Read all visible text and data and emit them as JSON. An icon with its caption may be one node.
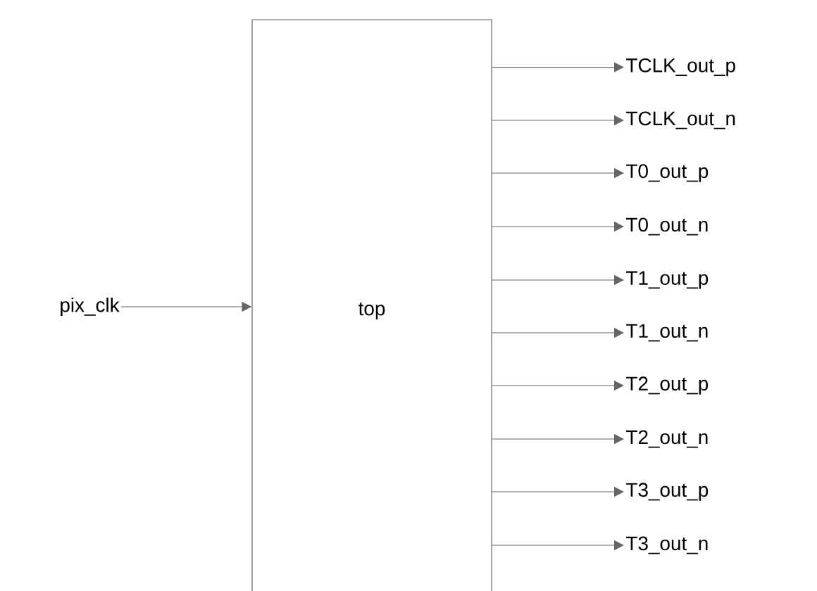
{
  "diagram": {
    "nodes": [
      {
        "text": [
          "pix_clk"
        ]
      },
      {
        "text": [
          "top"
        ]
      },
      {
        "text": [
          "TCLK_out_p"
        ]
      },
      {
        "text": [
          "TCLK_out_n"
        ]
      },
      {
        "text": [
          "T0_out_p"
        ]
      },
      {
        "text": [
          "T0_out_n"
        ]
      },
      {
        "text": [
          "T1_out_p"
        ]
      },
      {
        "text": [
          "T1_out_n"
        ]
      },
      {
        "text": [
          "T2_out_p"
        ]
      },
      {
        "text": [
          "T2_out_n"
        ]
      },
      {
        "text": [
          "T3_out_p"
        ]
      },
      {
        "text": [
          "T3_out_n"
        ]
      }
    ],
    "edges": [
      {
        "from": 0,
        "to": 1,
        "arrow": "to"
      },
      {
        "from": 1,
        "to": 2,
        "arrow": "to"
      },
      {
        "from": 1,
        "to": 3,
        "arrow": "to"
      },
      {
        "from": 1,
        "to": 4,
        "arrow": "to"
      },
      {
        "from": 1,
        "to": 5,
        "arrow": "to"
      },
      {
        "from": 1,
        "to": 6,
        "arrow": "to"
      },
      {
        "from": 1,
        "to": 7,
        "arrow": "to"
      },
      {
        "from": 1,
        "to": 8,
        "arrow": "to"
      },
      {
        "from": 1,
        "to": 9,
        "arrow": "to"
      },
      {
        "from": 1,
        "to": 10,
        "arrow": "to"
      },
      {
        "from": 1,
        "to": 11,
        "arrow": "to"
      }
    ]
  }
}
